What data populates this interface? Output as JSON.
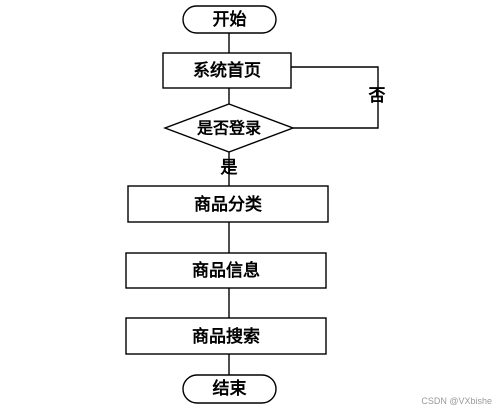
{
  "flowchart": {
    "start": "开始",
    "home": "系统首页",
    "decision": "是否登录",
    "no_label": "否",
    "yes_label": "是",
    "category": "商品分类",
    "info": "商品信息",
    "search": "商品搜索",
    "end": "结束"
  },
  "watermark": "CSDN @VXbishe"
}
